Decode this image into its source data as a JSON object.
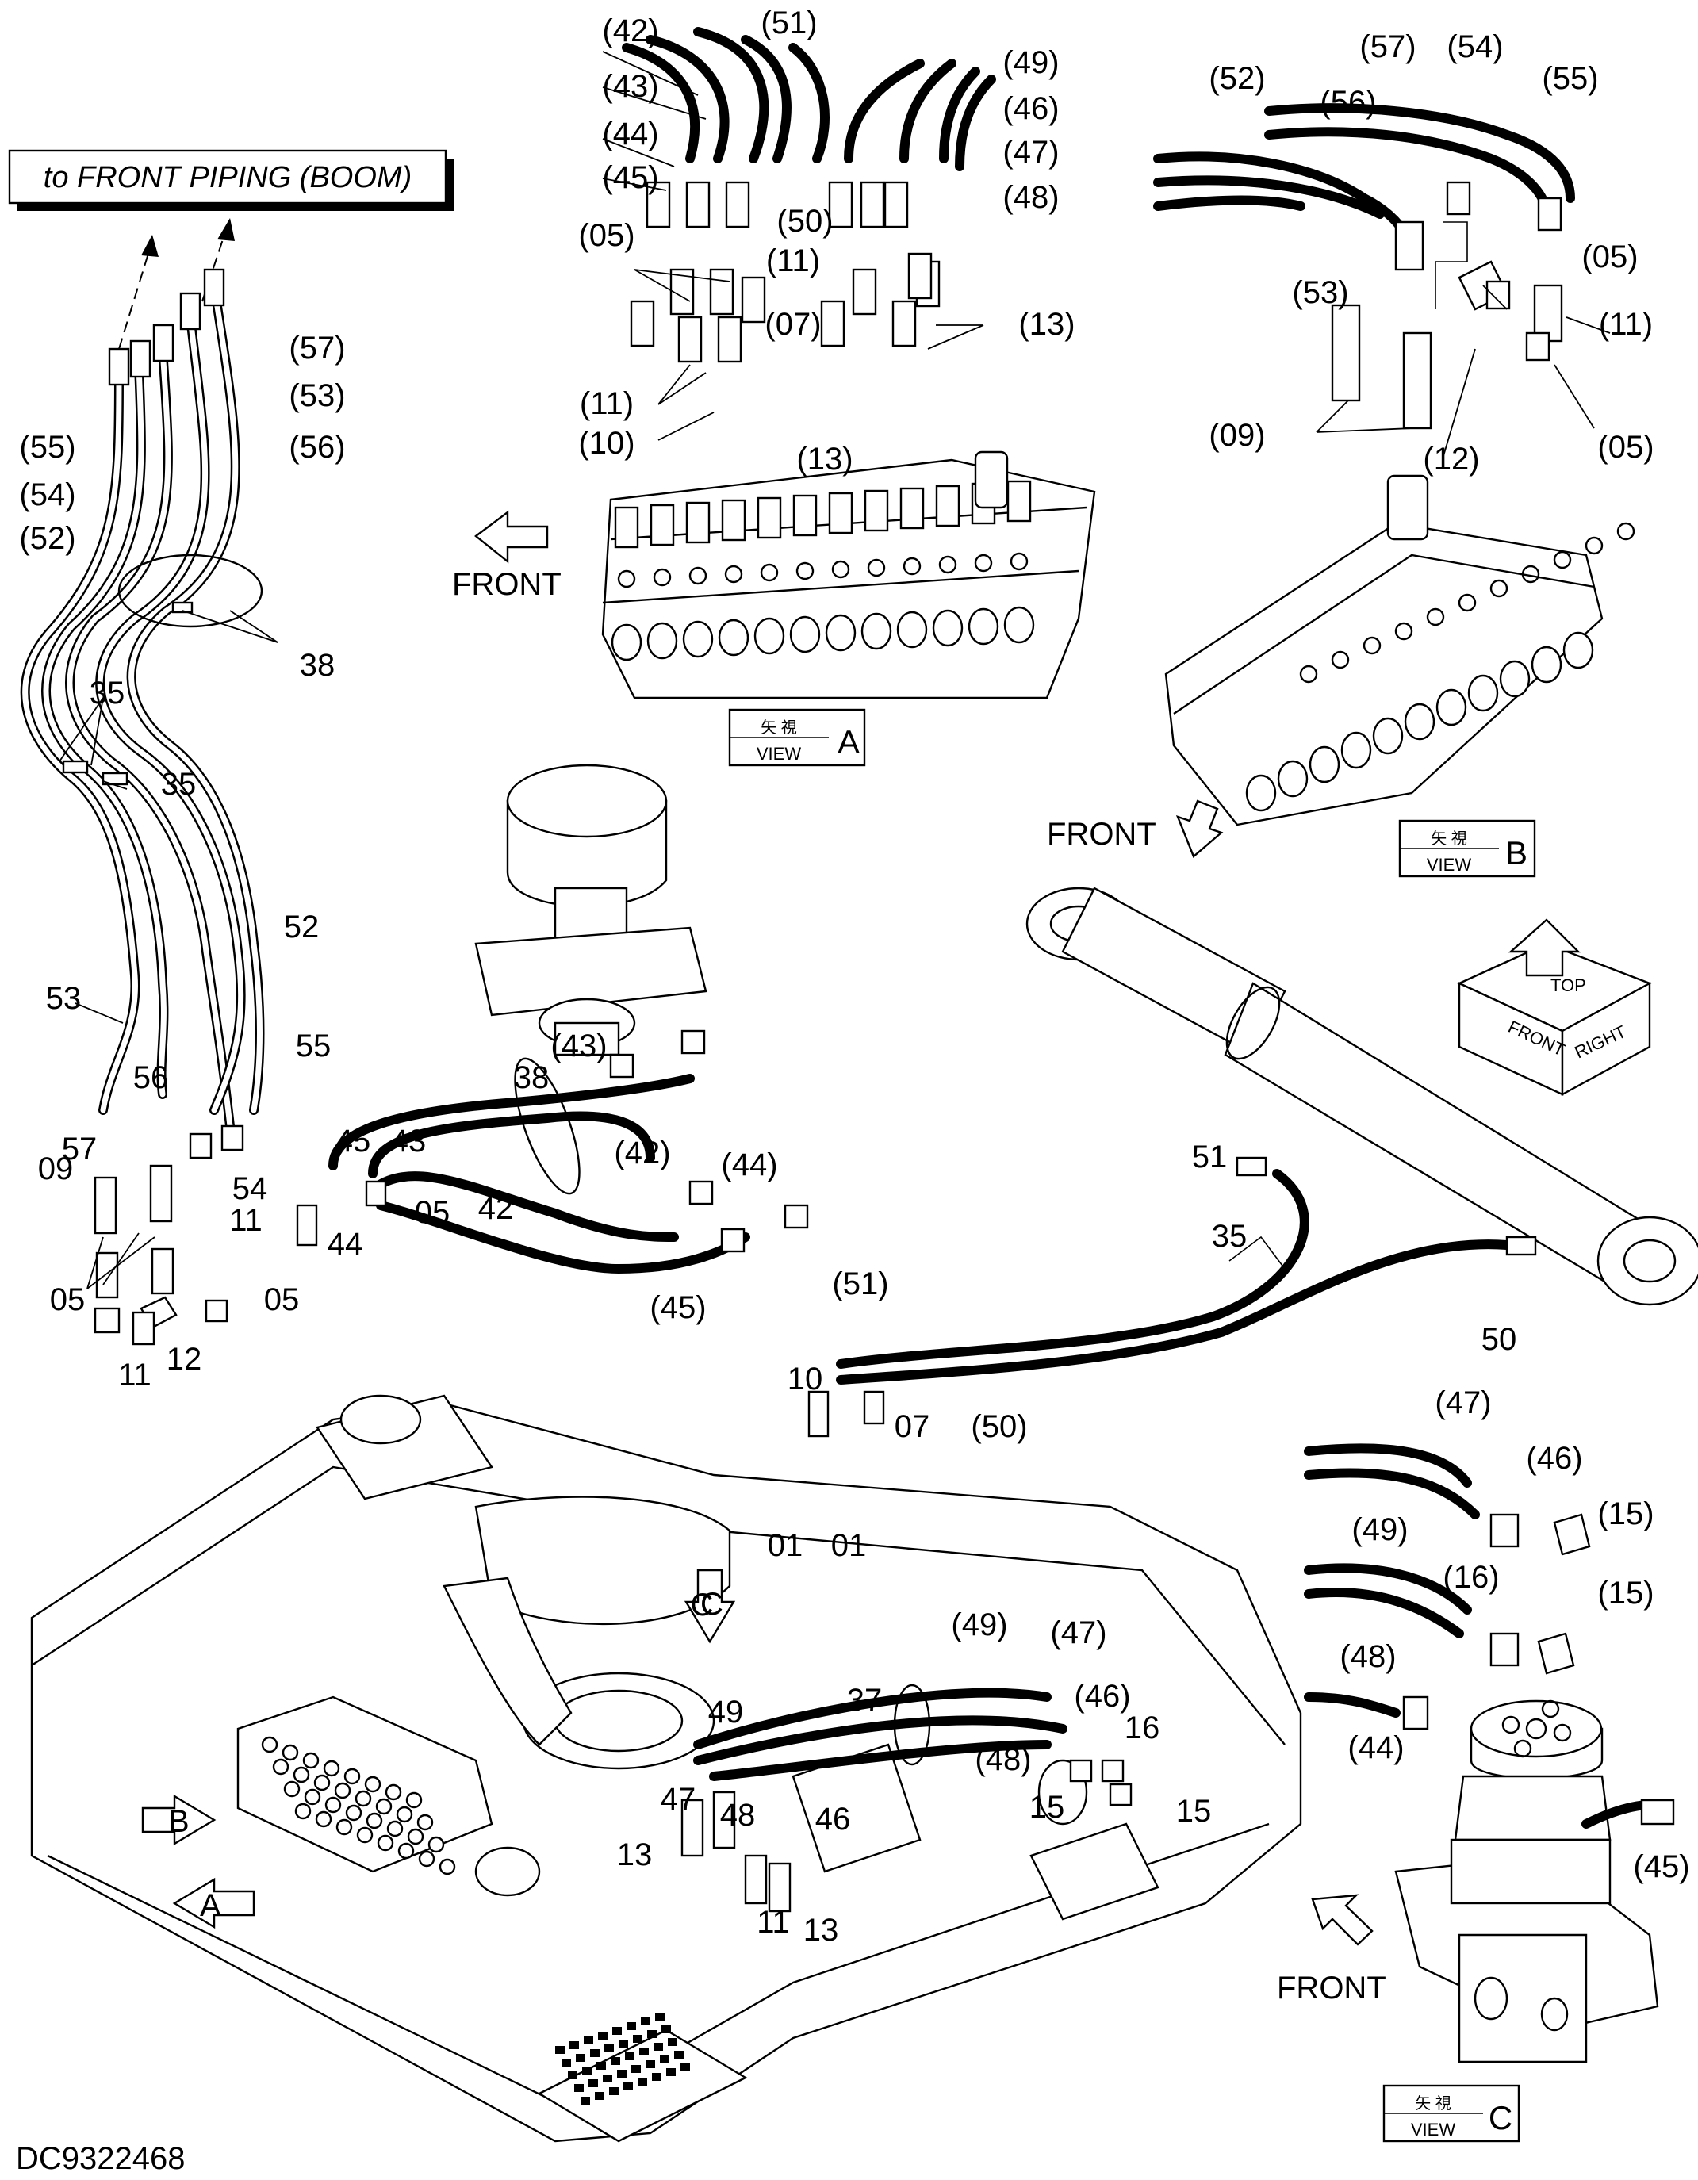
{
  "header_box": {
    "text": "to FRONT PIPING (BOOM)"
  },
  "drawing_number": "DC9322468",
  "front_labels": [
    "FRONT",
    "FRONT",
    "FRONT"
  ],
  "views": [
    {
      "cjk": "矢 視",
      "en": "VIEW",
      "letter": "A"
    },
    {
      "cjk": "矢 視",
      "en": "VIEW",
      "letter": "B"
    },
    {
      "cjk": "矢 視",
      "en": "VIEW",
      "letter": "C"
    }
  ],
  "orientation_cube": {
    "top": "TOP",
    "front": "FRONT",
    "right": "RIGHT"
  },
  "view_markers": [
    "A",
    "B",
    "C"
  ],
  "callouts_view_a": [
    "(42)",
    "(51)",
    "(49)",
    "(43)",
    "(46)",
    "(44)",
    "(47)",
    "(45)",
    "(50)",
    "(48)",
    "(05)",
    "(11)",
    "(07)",
    "(13)",
    "(11)",
    "(10)",
    "(13)"
  ],
  "callouts_view_b": [
    "(52)",
    "(57)",
    "(54)",
    "(55)",
    "(56)",
    "(05)",
    "(53)",
    "(11)",
    "(09)",
    "(12)",
    "(05)"
  ],
  "callouts_left": [
    "(57)",
    "(53)",
    "(55)",
    "(56)",
    "(54)",
    "(52)",
    "38",
    "35",
    "35",
    "52",
    "53",
    "55",
    "56",
    "57",
    "54",
    "09",
    "05",
    "05",
    "11",
    "12"
  ],
  "callouts_center": [
    "38",
    "(43)",
    "45",
    "43",
    "(42)",
    "(44)",
    "42",
    "05",
    "11",
    "44",
    "(45)",
    "51",
    "35",
    "50",
    "(51)",
    "10",
    "07",
    "(50)",
    "01",
    "01",
    "C",
    "(49)",
    "(47)",
    "49",
    "37",
    "(46)",
    "16",
    "(48)",
    "15",
    "15",
    "47",
    "48",
    "46",
    "13",
    "11",
    "13"
  ],
  "callouts_view_c": [
    "(47)",
    "(46)",
    "(15)",
    "(49)",
    "(16)",
    "(15)",
    "(48)",
    "(44)",
    "(45)"
  ]
}
